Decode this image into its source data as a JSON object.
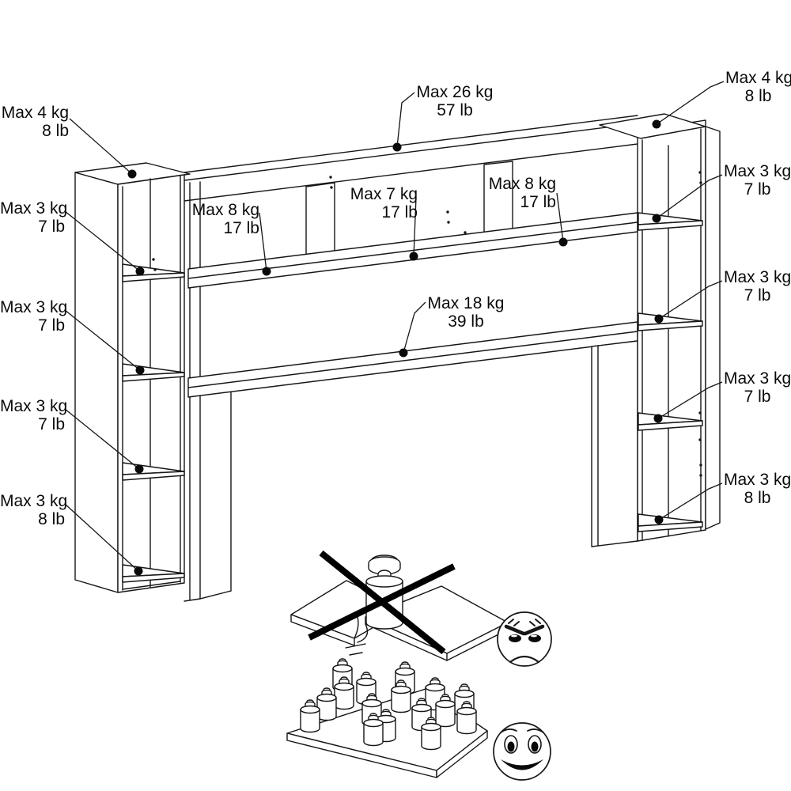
{
  "page": {
    "background_color": "#ffffff",
    "ink_color": "#161616",
    "description_labels_unit_kg": "kg",
    "description_labels_unit_lb": "lb"
  },
  "diagram": {
    "kind": "furniture-weight-limit-instruction-drawing",
    "labels": {
      "left_column": [
        {
          "kg": "Max 4 kg",
          "lb": "8 lb",
          "target": "left-tower-top"
        },
        {
          "kg": "Max 3 kg",
          "lb": "7 lb",
          "target": "left-tower-shelf-1"
        },
        {
          "kg": "Max 3 kg",
          "lb": "7 lb",
          "target": "left-tower-shelf-2"
        },
        {
          "kg": "Max 3 kg",
          "lb": "7 lb",
          "target": "left-tower-shelf-3"
        },
        {
          "kg": "Max 3 kg",
          "lb": "8 lb",
          "target": "left-tower-bottom-shelf"
        }
      ],
      "center": [
        {
          "kg": "Max 26 kg",
          "lb": "57 lb",
          "target": "bridge-top-panel"
        },
        {
          "kg": "Max 8 kg",
          "lb": "17 lb",
          "target": "bridge-cubby-left"
        },
        {
          "kg": "Max 7 kg",
          "lb": "17 lb",
          "target": "bridge-cubby-middle"
        },
        {
          "kg": "Max 8 kg",
          "lb": "17 lb",
          "target": "bridge-cubby-right"
        },
        {
          "kg": "Max 18 kg",
          "lb": "39 lb",
          "target": "bridge-long-lower-shelf"
        }
      ],
      "right_column": [
        {
          "kg": "Max 4 kg",
          "lb": "8 lb",
          "target": "right-tower-top"
        },
        {
          "kg": "Max 3 kg",
          "lb": "7 lb",
          "target": "right-tower-shelf-1"
        },
        {
          "kg": "Max 3 kg",
          "lb": "7 lb",
          "target": "right-tower-shelf-2"
        },
        {
          "kg": "Max 3 kg",
          "lb": "7 lb",
          "target": "right-tower-shelf-3"
        },
        {
          "kg": "Max 3 kg",
          "lb": "8 lb",
          "target": "right-tower-bottom-shelf"
        }
      ]
    },
    "figures": {
      "incorrect": {
        "icons": [
          "broken-shelf-icon",
          "single-heavy-weight-icon",
          "prohibition-cross-icon",
          "angry-face-icon"
        ]
      },
      "correct": {
        "icons": [
          "flat-shelf-icon",
          "distributed-small-weights-icon",
          "happy-face-icon"
        ]
      }
    }
  }
}
